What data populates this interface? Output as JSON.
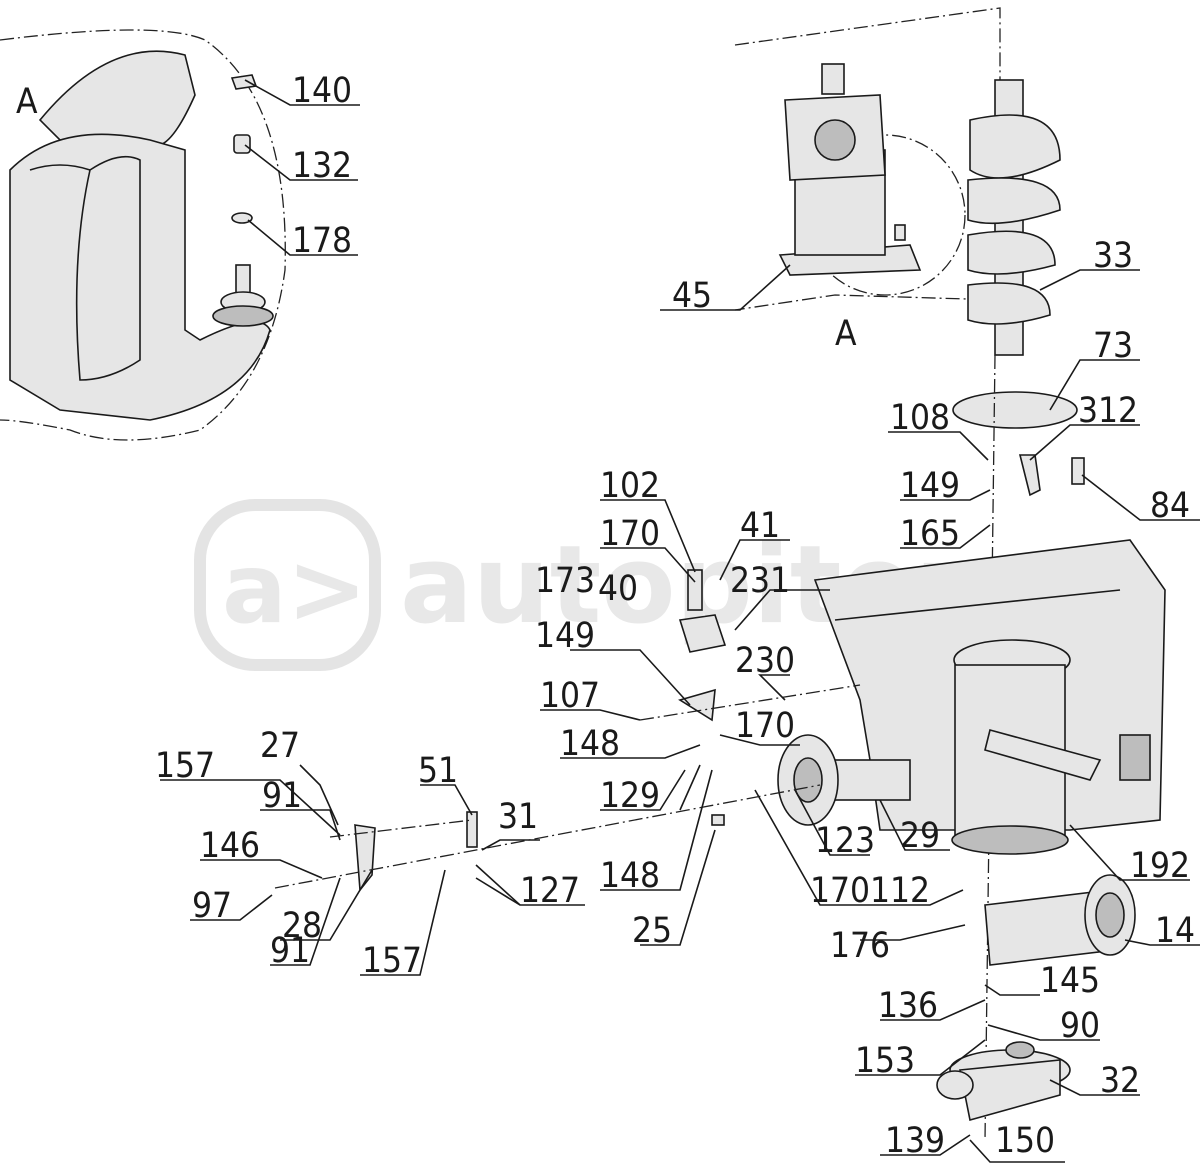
{
  "watermark": {
    "icon": "a>",
    "text": "autopiter.ru"
  },
  "detail_view": {
    "label": "A"
  },
  "section_label": "A",
  "callouts": {
    "c140": "140",
    "c132": "132",
    "c178": "178",
    "c45": "45",
    "c33": "33",
    "c73": "73",
    "c108": "108",
    "c312": "312",
    "c149a": "149",
    "c84": "84",
    "c165": "165",
    "c102": "102",
    "c170a": "170",
    "c41": "41",
    "c173": "173",
    "c40": "40",
    "c231": "231",
    "c149b": "149",
    "c230": "230",
    "c107": "107",
    "c170b": "170",
    "c148a": "148",
    "c27": "27",
    "c157a": "157",
    "c129": "129",
    "c91a": "91",
    "c51": "51",
    "c31": "31",
    "c146": "146",
    "c148b": "148",
    "c123": "123",
    "c29": "29",
    "c192": "192",
    "c97": "97",
    "c127": "127",
    "c28": "28",
    "c170c": "170",
    "c112": "112",
    "c91b": "91",
    "c157b": "157",
    "c25": "25",
    "c176": "176",
    "c14": "14",
    "c145": "145",
    "c136": "136",
    "c90": "90",
    "c153": "153",
    "c32": "32",
    "c139": "139",
    "c150": "150"
  }
}
